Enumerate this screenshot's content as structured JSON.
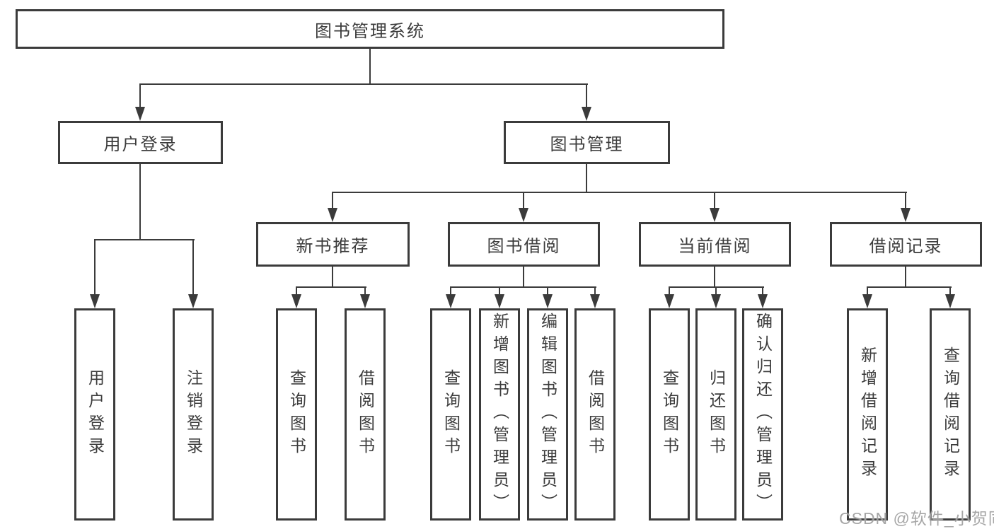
{
  "diagram": {
    "root": {
      "label": "图书管理系统"
    },
    "branches": [
      {
        "label": "用户登录",
        "children": [
          {
            "label": "用户登录"
          },
          {
            "label": "注销登录"
          }
        ]
      },
      {
        "label": "图书管理",
        "groups": [
          {
            "label": "新书推荐",
            "children": [
              {
                "label": "查询图书"
              },
              {
                "label": "借阅图书"
              }
            ]
          },
          {
            "label": "图书借阅",
            "children": [
              {
                "label": "查询图书"
              },
              {
                "label": "新增图书（管理员）"
              },
              {
                "label": "编辑图书（管理员）"
              },
              {
                "label": "借阅图书"
              }
            ]
          },
          {
            "label": "当前借阅",
            "children": [
              {
                "label": "查询图书"
              },
              {
                "label": "归还图书"
              },
              {
                "label": "确认归还（管理员）"
              }
            ]
          },
          {
            "label": "借阅记录",
            "children": [
              {
                "label": "新增借阅记录"
              },
              {
                "label": "查询借阅记录"
              }
            ]
          }
        ]
      }
    ]
  },
  "watermark": {
    "text": "CSDN @软件_小贺同学"
  },
  "colors": {
    "line": "#3b3b3b",
    "text": "#3c3c3c",
    "watermark": "#9e9e9e",
    "background": "#ffffff"
  }
}
